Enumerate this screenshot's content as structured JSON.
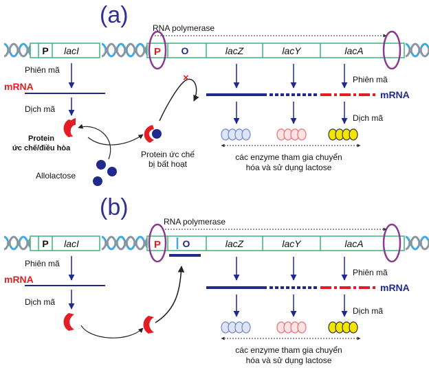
{
  "panels": [
    {
      "panel_label": "(a)",
      "rna_polymerase": "RNA polymerase",
      "regulator": {
        "promoter": "P",
        "gene": "lacI"
      },
      "operon": {
        "promoter": "P",
        "operator": "O",
        "genes": [
          "lacZ",
          "lacY",
          "lacA"
        ]
      },
      "left": {
        "transcription": "Phiên mã",
        "mrna": "mRNA",
        "translation": "Dịch mã",
        "protein_line1": "Protein",
        "protein_line2": "ức chế/điều hòa",
        "inducer": "Allolactose"
      },
      "inactive_line1": "Protein ức chế",
      "inactive_line2": "bị bất hoạt",
      "blocked_symbol": "×",
      "right": {
        "transcription": "Phiên mã",
        "mrna": "mRNA",
        "translation": "Dịch mã",
        "enzymes_line1": "các enzyme tham gia chuyển",
        "enzymes_line2": "hóa và sử dụng lactose"
      }
    },
    {
      "panel_label": "(b)",
      "rna_polymerase": "RNA polymerase",
      "regulator": {
        "promoter": "P",
        "gene": "lacI"
      },
      "operon": {
        "promoter": "P",
        "operator": "O",
        "genes": [
          "lacZ",
          "lacY",
          "lacA"
        ]
      },
      "left": {
        "transcription": "Phiên mã",
        "mrna": "mRNA",
        "translation": "Dịch mã"
      },
      "right": {
        "transcription": "Phiên mã",
        "mrna": "mRNA",
        "translation": "Dịch mã",
        "enzymes_line1": "các enzyme tham gia chuyển",
        "enzymes_line2": "hóa và sử dụng lactose"
      }
    }
  ],
  "colors": {
    "panel_label": "#2e3192",
    "navy": "#1f2a8c",
    "red": "#e31d24",
    "box_green": "#3bb37a",
    "purple_ring": "#8a3a8f",
    "dna_blue": "#3fa9e0",
    "lacZ_enzyme": "#6f86c9",
    "lacY_enzyme": "#e86f73",
    "lacA_enzyme": "#f2e600"
  }
}
